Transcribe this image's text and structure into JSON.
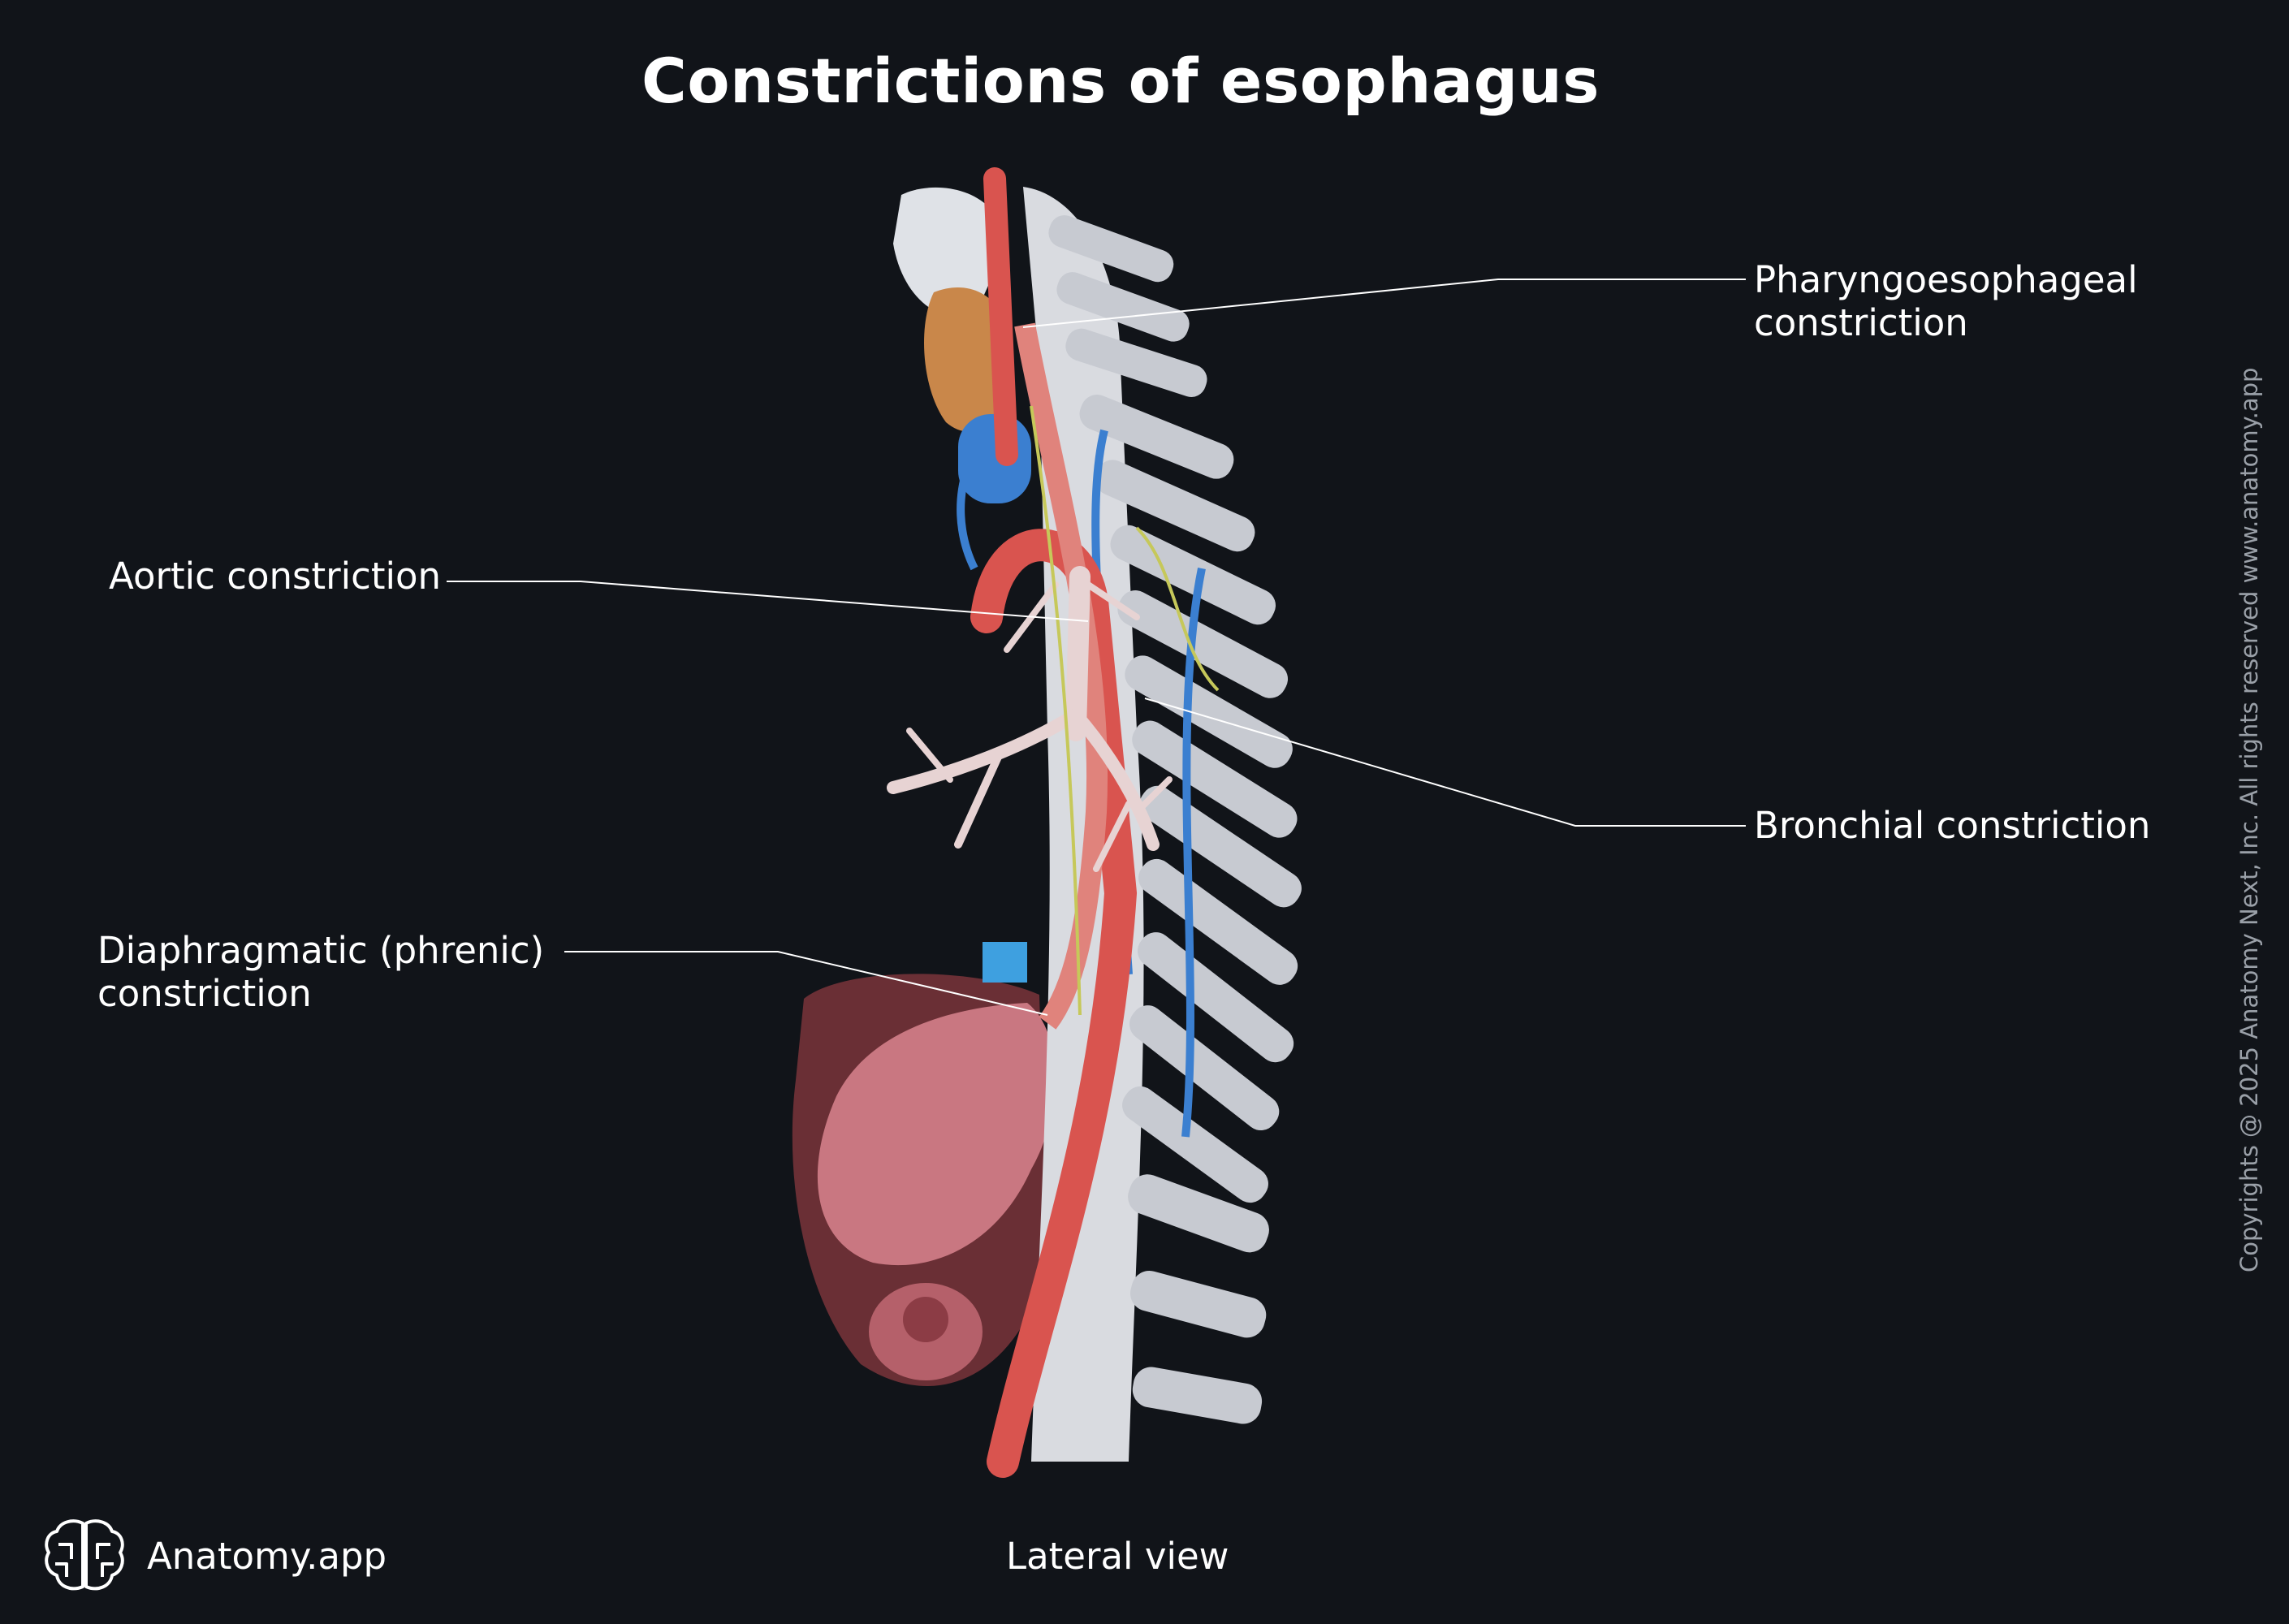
{
  "title": "Constrictions of esophagus",
  "labels": {
    "pharyngoesophageal": [
      "Pharyngoesophageal",
      "constriction"
    ],
    "aortic": "Aortic constriction",
    "bronchial": "Bronchial constriction",
    "diaphragmatic": [
      "Diaphragmatic (phrenic)",
      "constriction"
    ]
  },
  "view": "Lateral view",
  "brand": {
    "name": "Anatomy.app",
    "icon": "brain-logo-icon"
  },
  "copyright": "Copyrights @ 2025 Anatomy Next, Inc. All rights reserved www.anatomy.app",
  "colors": {
    "background": "#111419",
    "artery": "#d9544f",
    "vein": "#3b7fd0",
    "bone": "#d9dbe0",
    "bronchi": "#e7d3d3",
    "stomach": "#c97781",
    "liver": "#6a2f35",
    "thyroid": "#c9874a",
    "nerve": "#c6c85a"
  }
}
